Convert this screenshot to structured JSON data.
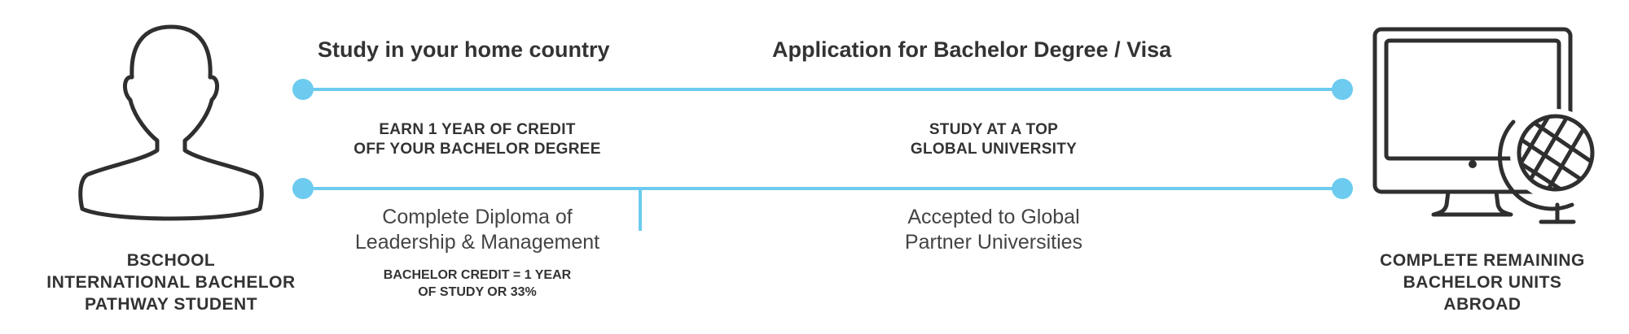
{
  "colors": {
    "accent": "#6ccbef",
    "text": "#333333",
    "icon_stroke": "#2f2f2f"
  },
  "headings": {
    "left": "Study in your home country",
    "right": "Application for Bachelor Degree / Visa"
  },
  "between_lines": {
    "left": [
      "EARN 1 YEAR OF CREDIT",
      "OFF YOUR BACHELOR DEGREE"
    ],
    "right": [
      "STUDY AT A TOP",
      "GLOBAL UNIVERSITY"
    ]
  },
  "below_lines": {
    "left": [
      "Complete Diploma of",
      "Leadership & Management"
    ],
    "left_note": [
      "BACHELOR CREDIT = 1 YEAR",
      "OF STUDY OR 33%"
    ],
    "right": [
      "Accepted to Global",
      "Partner Universities"
    ]
  },
  "left_caption": [
    "BSCHOOL",
    "INTERNATIONAL BACHELOR",
    "PATHWAY STUDENT"
  ],
  "right_caption": [
    "COMPLETE REMAINING",
    "BACHELOR UNITS",
    "ABROAD"
  ],
  "icons": {
    "left": "student-silhouette-icon",
    "right": "computer-globe-icon"
  }
}
